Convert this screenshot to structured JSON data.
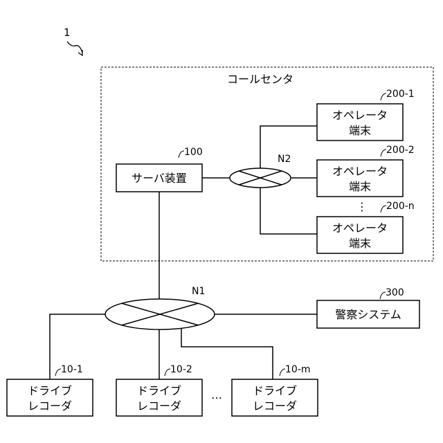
{
  "figure_ref": "1",
  "call_center": {
    "label": "コールセンタ"
  },
  "server": {
    "label": "サーバ装置",
    "ref": "100"
  },
  "network_n1": {
    "label": "N1"
  },
  "network_n2": {
    "label": "N2"
  },
  "operator_terminals": [
    {
      "line1": "オペレータ",
      "line2": "端末",
      "ref": "200-1"
    },
    {
      "line1": "オペレータ",
      "line2": "端末",
      "ref": "200-2"
    },
    {
      "line1": "オペレータ",
      "line2": "端末",
      "ref": "200-n"
    }
  ],
  "operator_ellipsis": "⋮",
  "police_system": {
    "label": "警察システム",
    "ref": "300"
  },
  "drive_recorders": [
    {
      "line1": "ドライブ",
      "line2": "レコーダ",
      "ref": "10-1"
    },
    {
      "line1": "ドライブ",
      "line2": "レコーダ",
      "ref": "10-2"
    },
    {
      "line1": "ドライブ",
      "line2": "レコーダ",
      "ref": "10-m"
    }
  ],
  "recorder_ellipsis": "…"
}
